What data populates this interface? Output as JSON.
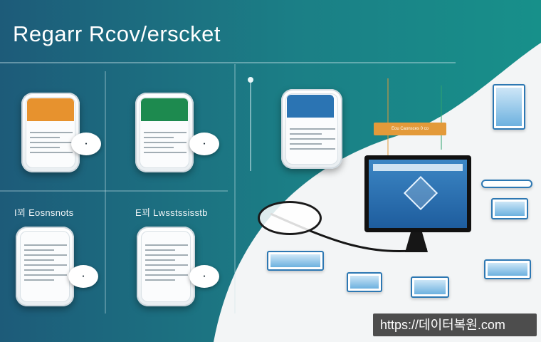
{
  "title": "Regarr Rcov/erscket",
  "labels": {
    "left": "I꾀 Eosnsnots",
    "middle": "E꾀 Lwsstssisstb"
  },
  "banner": "Eou Caonsces 0 co",
  "watermark": "https://데이터복원.com",
  "colors": {
    "teal": "#1e8c8c",
    "blue": "#1f5f7a",
    "orange": "#e39a3a",
    "green": "#1d8a4f"
  },
  "icons": [
    "disk-icon",
    "monitor-icon",
    "cube-icon",
    "magnifier-icon"
  ]
}
